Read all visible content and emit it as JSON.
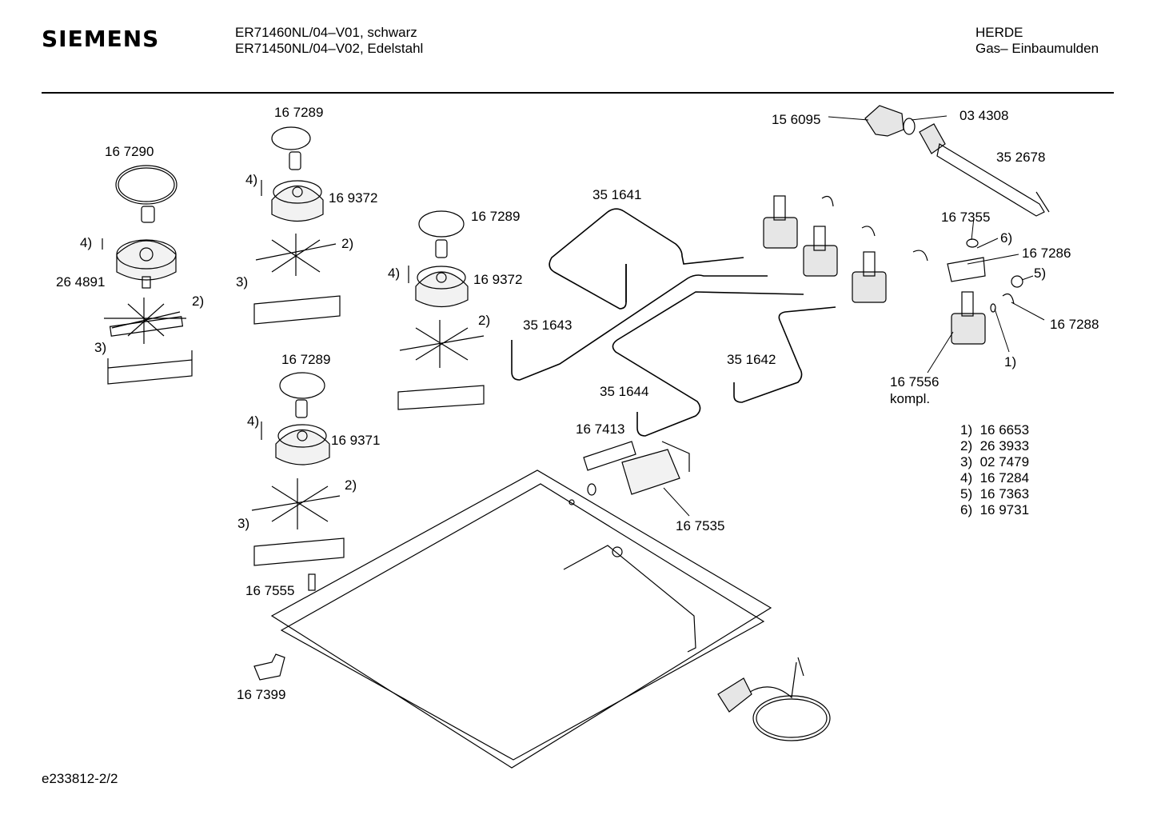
{
  "header": {
    "brand": "SIEMENS",
    "model_line_1": "ER71460NL/04–V01, schwarz",
    "model_line_2": "ER71450NL/04–V02, Edelstahl",
    "category_line_1": "HERDE",
    "category_line_2": "Gas– Einbaumulden"
  },
  "labels": {
    "p167290": "16 7290",
    "p264891": "26 4891",
    "p167289_a": "16 7289",
    "p169372_a": "16 9372",
    "p167289_b": "16 7289",
    "p169372_b": "16 9372",
    "p167289_c": "16 7289",
    "p169371": "16 9371",
    "p167555": "16 7555",
    "p167399": "16 7399",
    "p351641": "35 1641",
    "p351643": "35 1643",
    "p351642": "35 1642",
    "p351644": "35 1644",
    "p167413": "16 7413",
    "p167535": "16 7535",
    "p156095": "15 6095",
    "p034308": "03 4308",
    "p352678": "35 2678",
    "p167355": "16 7355",
    "p167286": "16 7286",
    "p167288": "16 7288",
    "p167556": "16 7556",
    "kompl": "kompl.",
    "ref4_a": "4)",
    "ref2_a": "2)",
    "ref3_a": "3)",
    "ref4_b": "4)",
    "ref2_b": "2)",
    "ref3_b": "3)",
    "ref4_c": "4)",
    "ref2_c": "2)",
    "ref4_d": "4)",
    "ref2_d": "2)",
    "ref3_d": "3)",
    "ref6": "6)",
    "ref5": "5)",
    "ref1": "1)"
  },
  "legend": [
    {
      "ref": "1)",
      "part": "16 6653"
    },
    {
      "ref": "2)",
      "part": "26 3933"
    },
    {
      "ref": "3)",
      "part": "02 7479"
    },
    {
      "ref": "4)",
      "part": "16 7284"
    },
    {
      "ref": "5)",
      "part": "16 7363"
    },
    {
      "ref": "6)",
      "part": "16 9731"
    }
  ],
  "footer": {
    "doc_id": "e233812-2/2"
  }
}
